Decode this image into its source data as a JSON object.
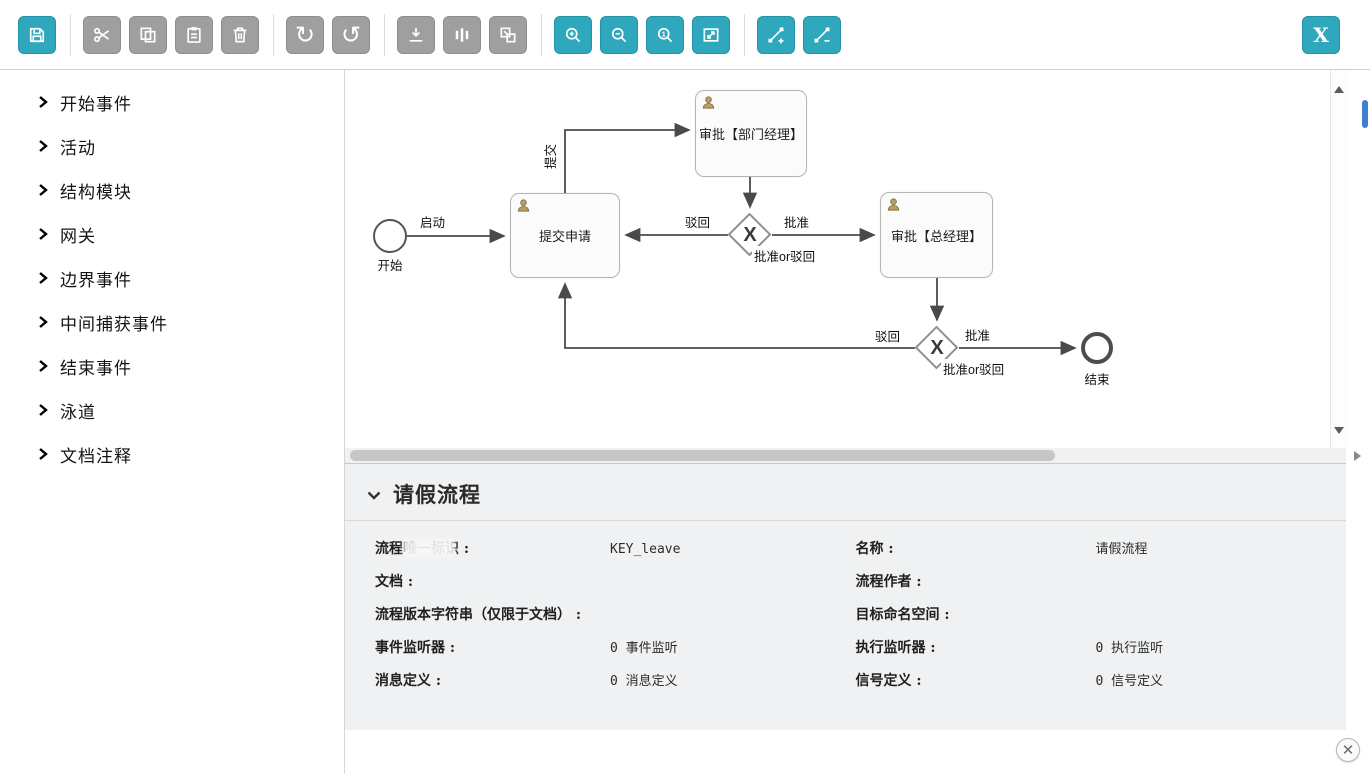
{
  "toolbar": {
    "redo_glyph": "↻",
    "undo_glyph": "↺",
    "zoom_actual_glyph": "1",
    "close_label": "X",
    "icons": [
      "floppy-save-icon",
      "scissors-cut-icon",
      "copy-icon",
      "paste-icon",
      "trash-icon",
      "redo-icon",
      "undo-icon",
      "align-icon",
      "distribute-icon",
      "same-size-icon",
      "zoom-in-icon",
      "zoom-out-icon",
      "zoom-actual-icon",
      "zoom-fit-icon",
      "add-bendpoint-icon",
      "remove-bendpoint-icon"
    ],
    "colors": {
      "accent_teal": "#2fa7bd",
      "disabled_gray": "#9f9f9f"
    }
  },
  "palette": {
    "items": [
      {
        "label": "开始事件"
      },
      {
        "label": "活动"
      },
      {
        "label": "结构模块"
      },
      {
        "label": "网关"
      },
      {
        "label": "边界事件"
      },
      {
        "label": "中间捕获事件"
      },
      {
        "label": "结束事件"
      },
      {
        "label": "泳道"
      },
      {
        "label": "文档注释"
      }
    ]
  },
  "diagram": {
    "nodes": {
      "start": {
        "label": "开始"
      },
      "task_submit": {
        "label": "提交申请"
      },
      "task_dept_manager": {
        "label": "审批【部门经理】"
      },
      "task_general_manager": {
        "label": "审批【总经理】"
      },
      "gateway_1": {
        "glyph": "X",
        "label": "批准or驳回"
      },
      "gateway_2": {
        "glyph": "X",
        "label": "批准or驳回"
      },
      "end": {
        "label": "结束"
      }
    },
    "flow_labels": {
      "start_flow": "启动",
      "submit": "提交",
      "reject_1": "驳回",
      "approve_1": "批准",
      "reject_2": "驳回",
      "approve_2": "批准"
    }
  },
  "properties": {
    "title": "请假流程",
    "left_fields": [
      {
        "label": "流程唯一标识 :",
        "value": "KEY_leave"
      },
      {
        "label": "文档 :",
        "value": ""
      },
      {
        "label": "流程版本字符串（仅限于文档） :",
        "value": ""
      },
      {
        "label": "事件监听器 :",
        "value": "0 事件监听"
      },
      {
        "label": "消息定义 :",
        "value": "0 消息定义"
      }
    ],
    "right_fields": [
      {
        "label": "名称 :",
        "value": "请假流程"
      },
      {
        "label": "流程作者 :",
        "value": ""
      },
      {
        "label": "目标命名空间 :",
        "value": ""
      },
      {
        "label": "执行监听器 :",
        "value": "0 执行监听"
      },
      {
        "label": "信号定义 :",
        "value": "0 信号定义"
      }
    ]
  },
  "colors": {
    "scroll_thumb_blue": "#3f7fd0"
  }
}
